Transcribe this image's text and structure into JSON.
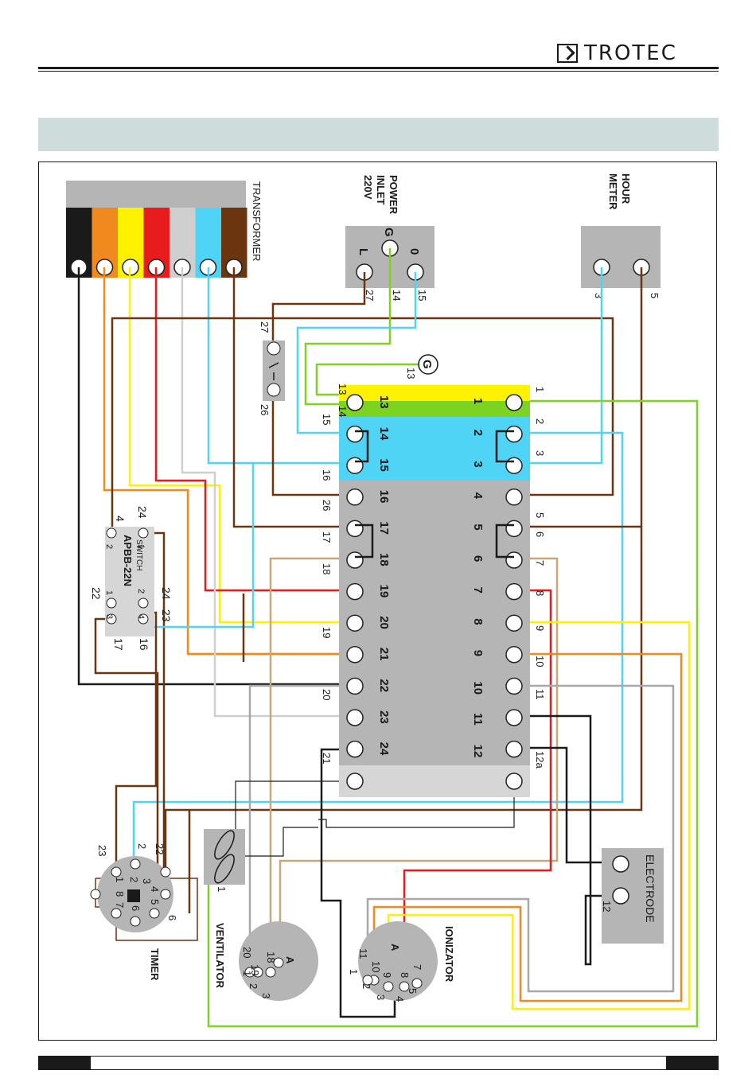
{
  "brand": {
    "name": "TROTEC"
  },
  "components": {
    "transformer": "TRANSFORMER",
    "power_inlet": [
      "POWER",
      "INLET",
      "220V"
    ],
    "hour_meter": [
      "HOUR",
      "METER"
    ],
    "switch": [
      "SWITCH",
      "APBB-22N"
    ],
    "timer": "TIMER",
    "ventilator": "VENTILATOR",
    "ionizator": "IONIZATOR",
    "electrode": "ELECTRODE",
    "ground": "G"
  },
  "power_inlet_pins": [
    "G",
    "L",
    "0"
  ],
  "power_inlet_wires": [
    "27",
    "14",
    "15"
  ],
  "hour_meter_pins": [
    "3",
    "5"
  ],
  "terminal_left": [
    "13",
    "14",
    "15",
    "16",
    "17",
    "18",
    "19",
    "20",
    "21",
    "22",
    "23",
    "24"
  ],
  "terminal_right": [
    "1",
    "2",
    "3",
    "4",
    "5",
    "6",
    "7",
    "8",
    "9",
    "10",
    "11",
    "12"
  ],
  "wire_labels_left": [
    "13",
    "14",
    "15",
    "16",
    "26",
    "17",
    "18",
    "19",
    "20",
    "21"
  ],
  "wire_labels_right": [
    "1",
    "2",
    "3",
    "5",
    "6",
    "7",
    "8",
    "9",
    "10",
    "11",
    "12a"
  ],
  "switch_labels": {
    "t1": "24",
    "t2": "4",
    "p1": "1",
    "p2": "2",
    "p3": "1",
    "p4": "2",
    "p5": "3",
    "p6": "4",
    "b1": "22",
    "b2": "24",
    "b3": "23",
    "b4": "17",
    "b5": "16"
  },
  "fuse_labels": [
    "27",
    "26"
  ],
  "ground_wire": "13",
  "timer_labels": [
    "23",
    "2",
    "22",
    "1",
    "2",
    "3",
    "4",
    "5",
    "8",
    "6",
    "7",
    "6"
  ],
  "ventilator_labels": [
    "A",
    "20",
    "19",
    "18",
    "1",
    "2",
    "3",
    "1"
  ],
  "ionizator_labels": [
    "A",
    "11",
    "10",
    "9",
    "8",
    "7",
    "1",
    "2",
    "3",
    "4",
    "5"
  ],
  "electrode_labels": [
    "12"
  ],
  "colors": {
    "black": "#1a1a1a",
    "orange": "#f08a1e",
    "yellow": "#fff200",
    "red": "#e81c1c",
    "lightgray": "#cfcfcf",
    "cyan": "#4fd4f5",
    "brown": "#6b3510",
    "green": "#7dd321",
    "tan": "#c8a878",
    "gray": "#a8a8a8",
    "block": "#b5b5b5"
  }
}
